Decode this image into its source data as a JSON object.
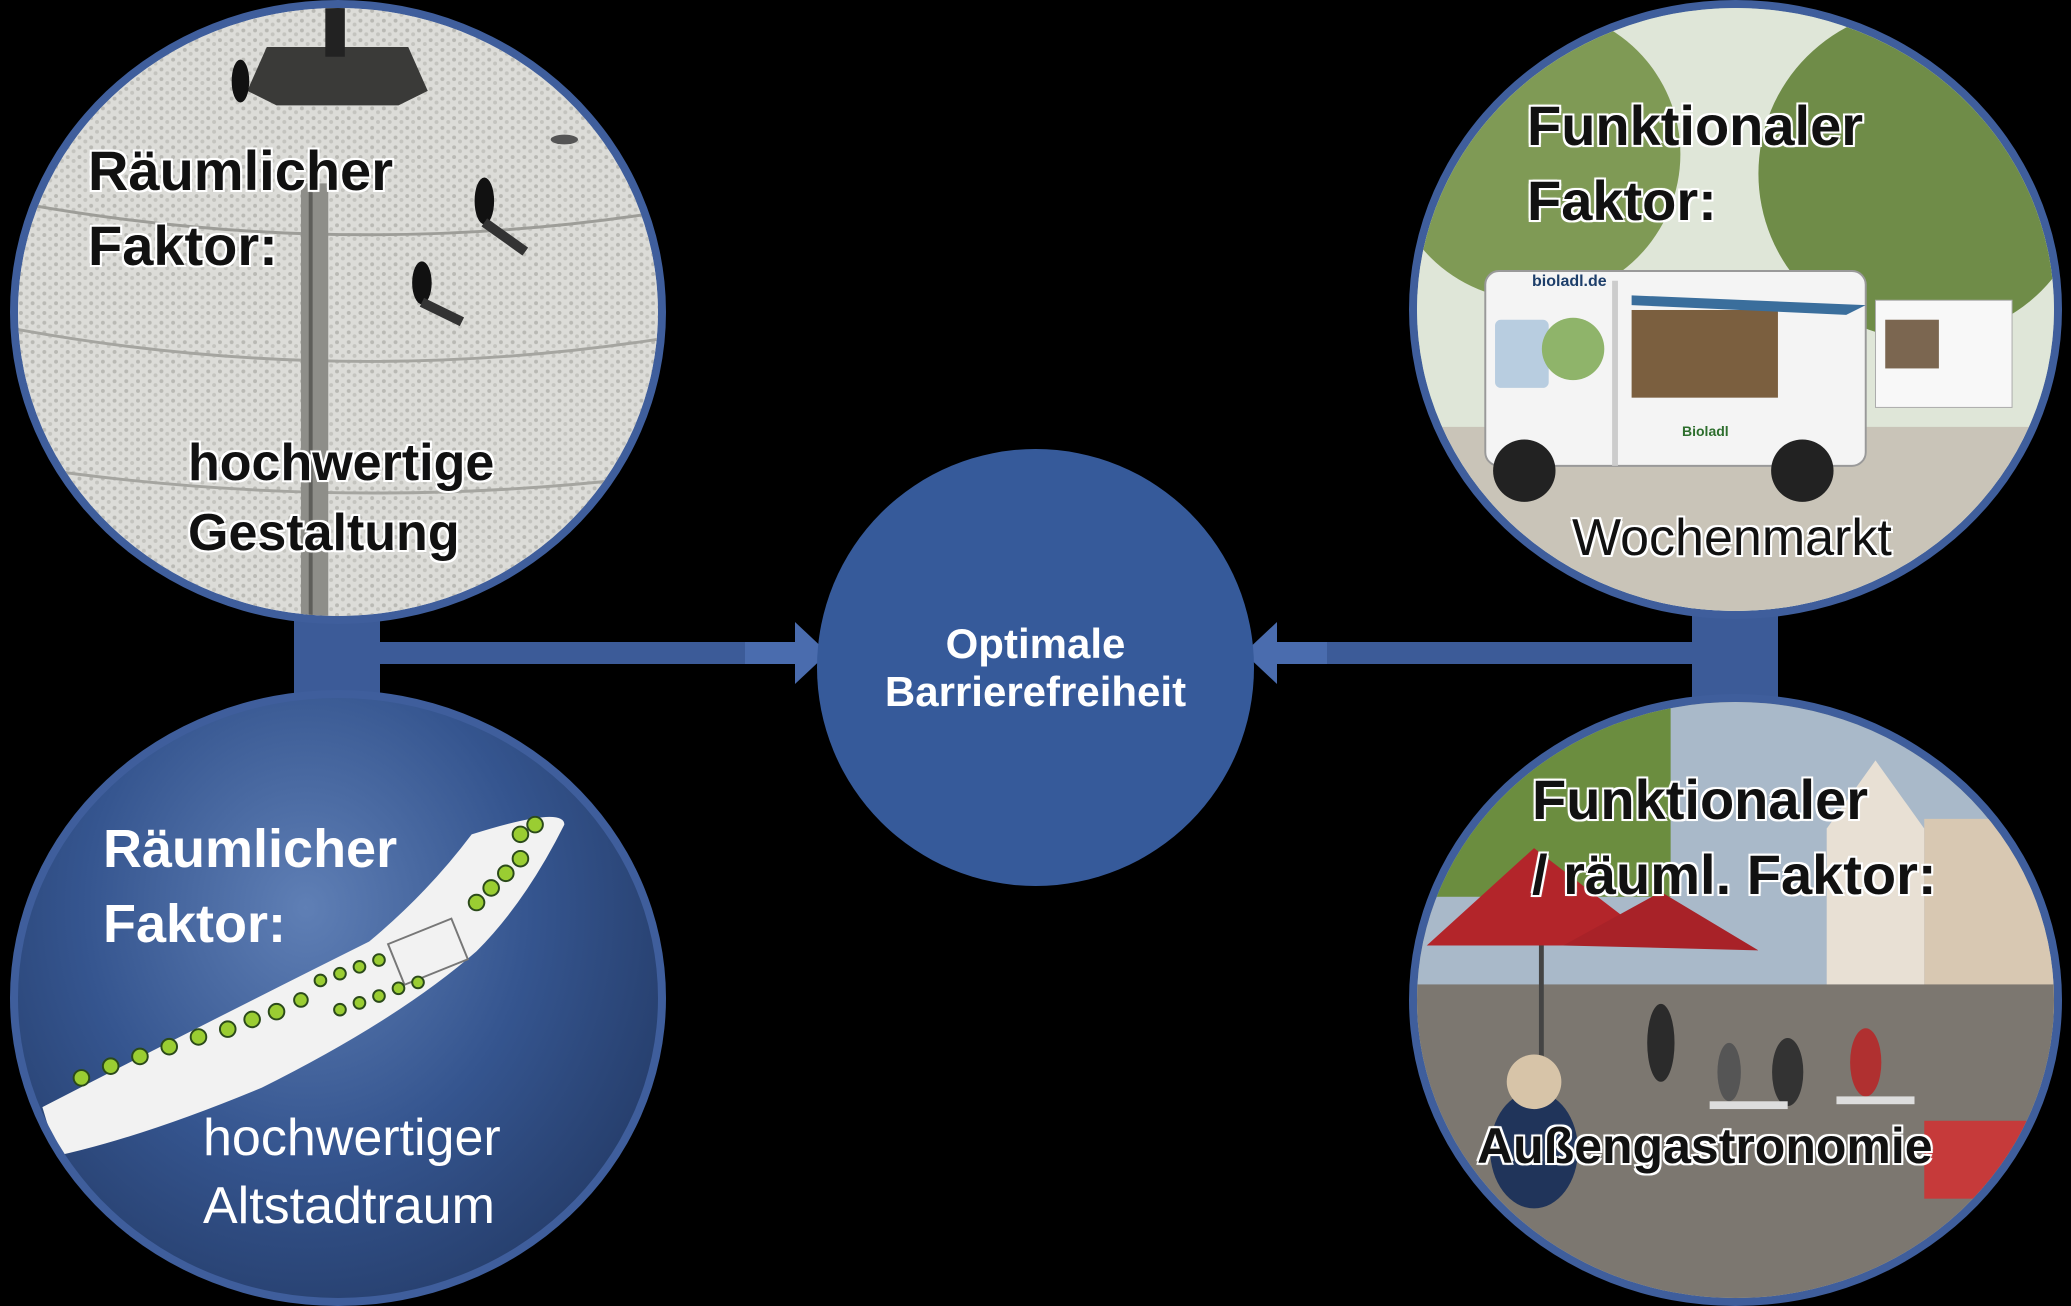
{
  "colors": {
    "background": "#000000",
    "accent_blue": "#365a9a",
    "ring_blue": "#3f5e9c"
  },
  "center": {
    "line1": "Optimale",
    "line2": "Barrierefreiheit"
  },
  "top_left": {
    "title_line1": "Räumlicher",
    "title_line2": "Faktor:",
    "caption_line1": "hochwertige",
    "caption_line2": "Gestaltung"
  },
  "bottom_left": {
    "title_line1": "Räumlicher",
    "title_line2": "Faktor:",
    "caption_line1": "hochwertiger",
    "caption_line2": "Altstadtraum"
  },
  "top_right": {
    "title_line1": "Funktionaler",
    "title_line2": "Faktor:",
    "caption": "Wochenmarkt",
    "van_text": "bioladl.de",
    "van_side_text": "Bioladl"
  },
  "bottom_right": {
    "title_line1": "Funktionaler",
    "title_line2": "/ räuml. Faktor:",
    "caption": "Außengastronomie"
  }
}
